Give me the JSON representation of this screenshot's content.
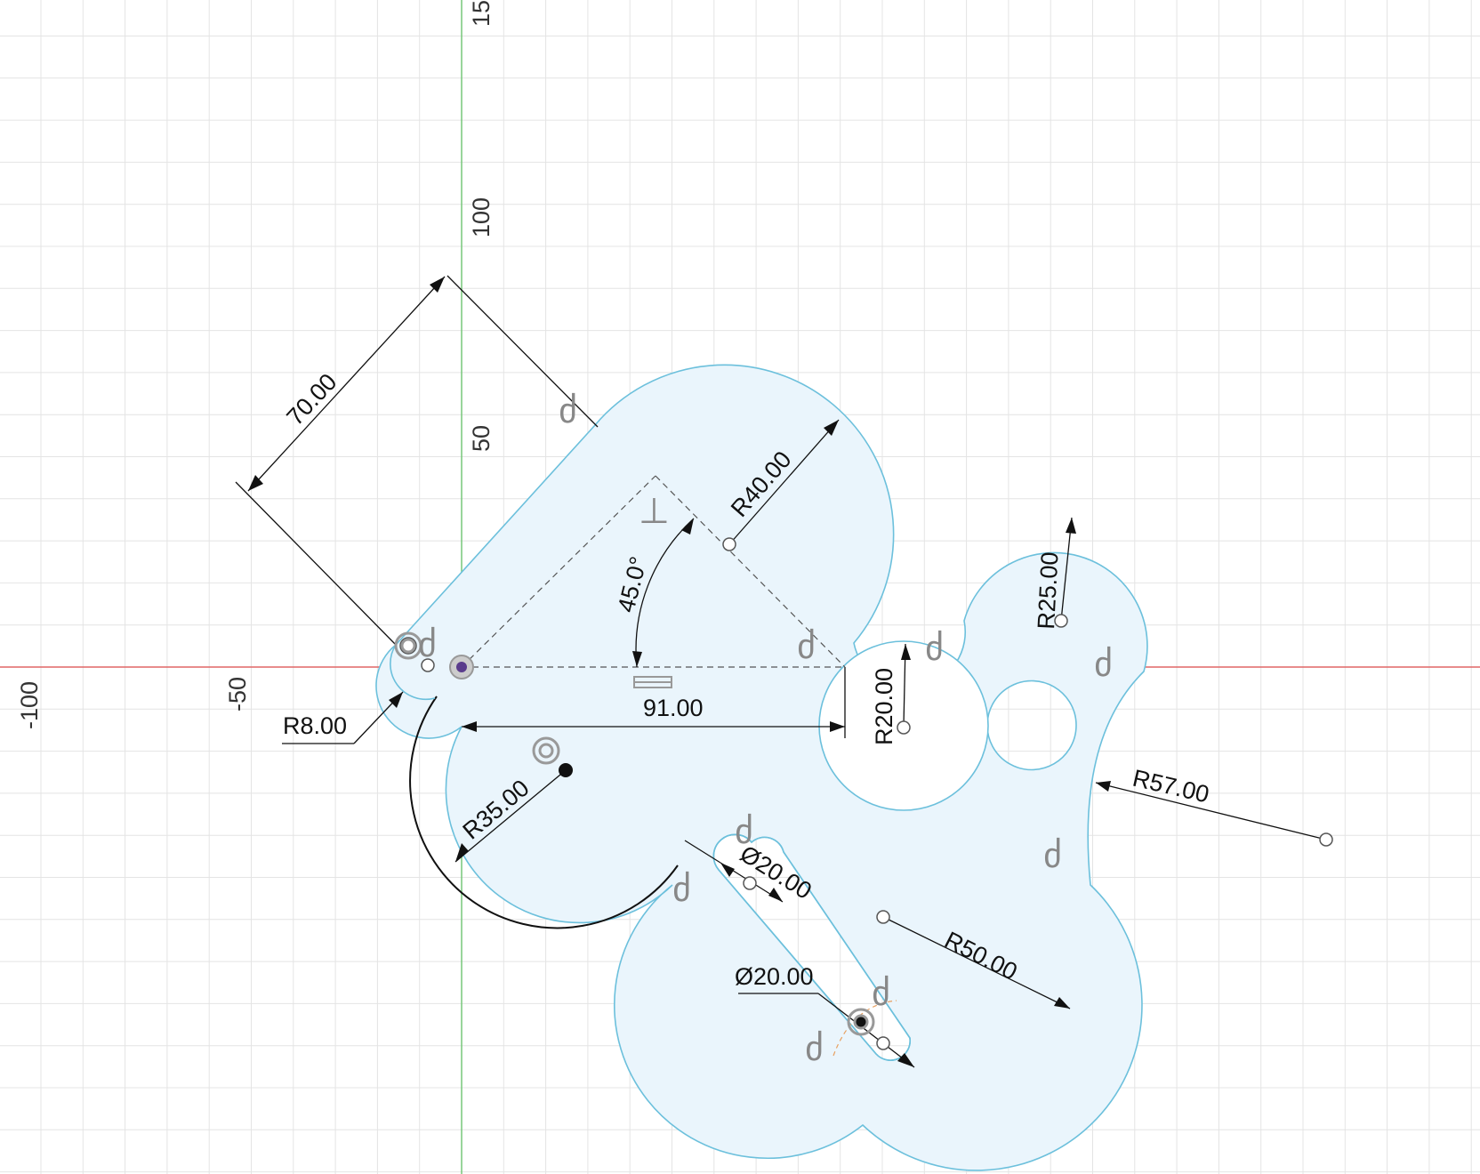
{
  "viewport": {
    "axis_labels": {
      "v_150": "15",
      "v_100": "100",
      "v_50": "50",
      "h_neg100": "-100",
      "h_neg50": "-50"
    }
  },
  "dimensions": {
    "length_70": "70.00",
    "radius_40": "R40.00",
    "angle_45": "45.0°",
    "length_91": "91.00",
    "radius_8": "R8.00",
    "radius_35": "R35.00",
    "radius_20": "R20.00",
    "radius_25": "R25.00",
    "radius_57": "R57.00",
    "diameter_20_a": "Ø20.00",
    "diameter_20_b": "Ø20.00",
    "radius_50": "R50.00"
  },
  "constraints": {
    "tangent_glyph": "ძ",
    "perpendicular_glyph": "⊥"
  },
  "colors": {
    "profile_fill": "#eaf5fc",
    "profile_stroke": "#6cc0dc",
    "x_axis": "#e06666",
    "y_axis": "#77c77a",
    "grid": "#e4e4e4"
  }
}
